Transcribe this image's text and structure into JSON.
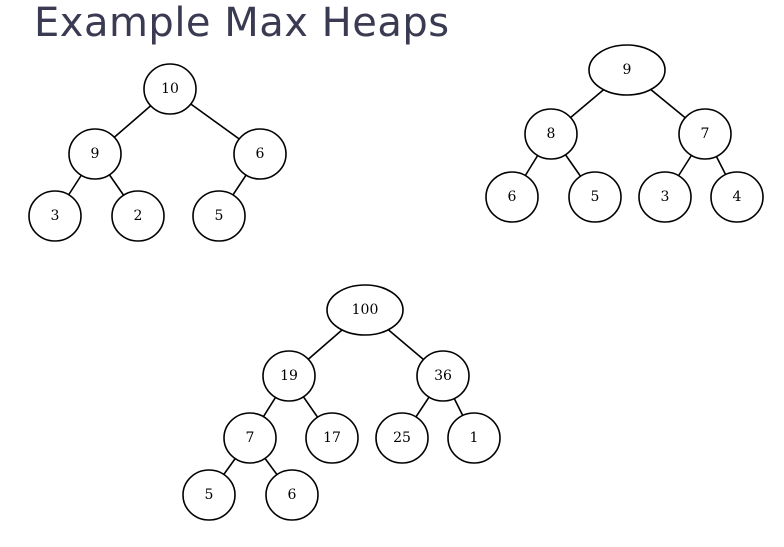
{
  "title": "Example Max Heaps",
  "heaps": [
    {
      "nodes": [
        "10",
        "9",
        "6",
        "3",
        "2",
        "5"
      ]
    },
    {
      "nodes": [
        "9",
        "8",
        "7",
        "6",
        "5",
        "3",
        "4"
      ]
    },
    {
      "nodes": [
        "100",
        "19",
        "36",
        "7",
        "17",
        "25",
        "1",
        "5",
        "6"
      ]
    }
  ]
}
